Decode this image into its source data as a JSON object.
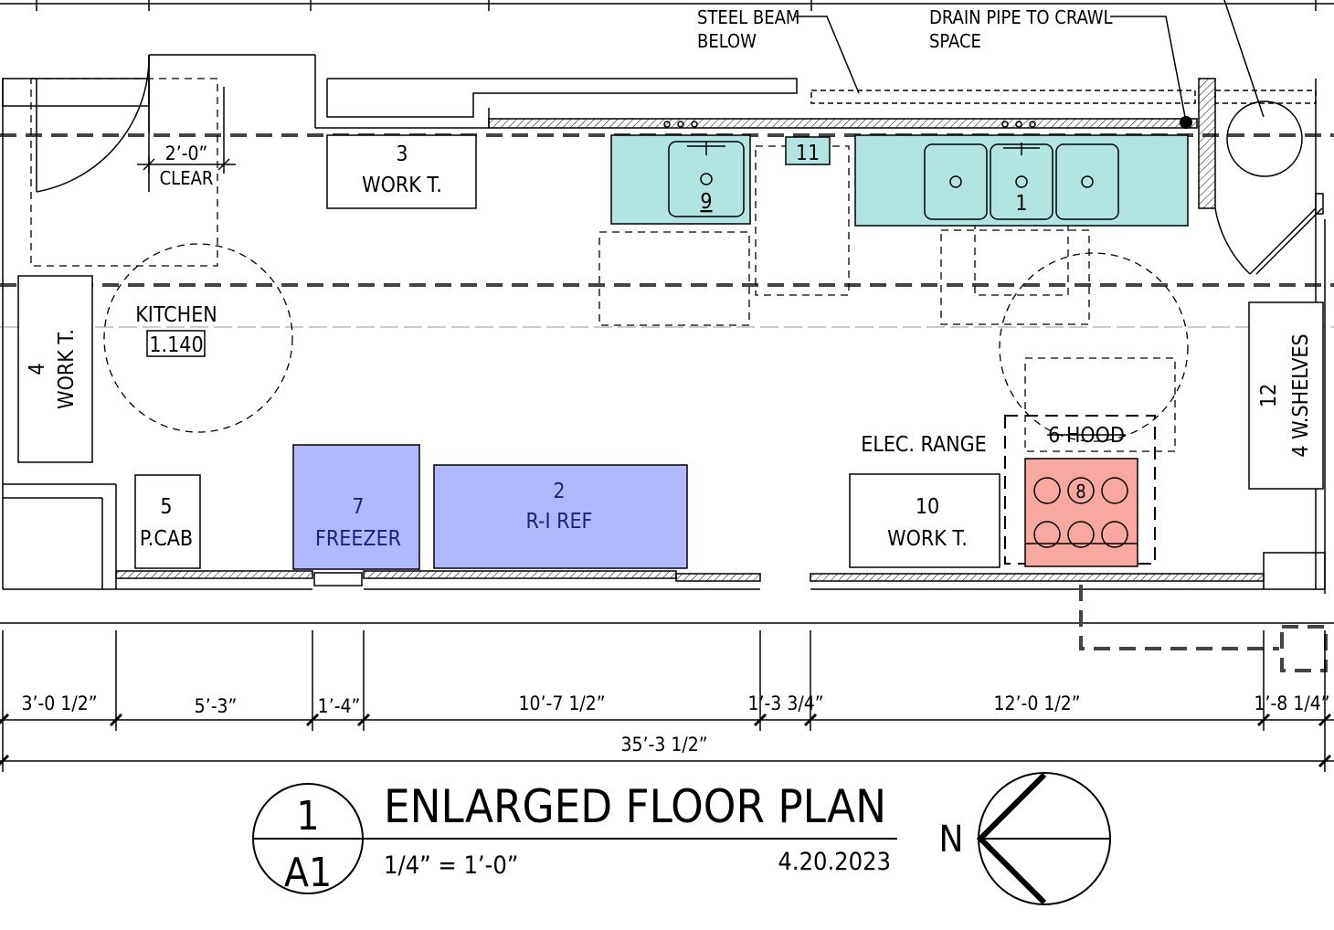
{
  "notes": {
    "steel_beam_line1": "STEEL BEAM",
    "steel_beam_line2": "BELOW",
    "drain_line1": "DRAIN PIPE TO CRAWL",
    "drain_line2": "SPACE"
  },
  "room": {
    "name": "KITCHEN",
    "number": "1.140"
  },
  "clearance": {
    "value": "2’-0”",
    "label": "CLEAR"
  },
  "equipment": {
    "work_table_3": {
      "number": "3",
      "label": "WORK T."
    },
    "work_table_4": {
      "number": "4",
      "label": "WORK T."
    },
    "pcab_5": {
      "number": "5",
      "label": "P.CAB"
    },
    "freezer_7": {
      "number": "7",
      "label": "FREEZER"
    },
    "ref_2": {
      "number": "2",
      "label": "R-I REF"
    },
    "sink_9": {
      "number": "9"
    },
    "item_11": {
      "number": "11"
    },
    "sink_1": {
      "number": "1"
    },
    "elec_range": {
      "label": "ELEC. RANGE"
    },
    "hood_6": {
      "label": "6 HOOD"
    },
    "range_8": {
      "number": "8"
    },
    "work_table_10": {
      "number": "10",
      "label": "WORK T."
    },
    "shelves_12": {
      "number": "12",
      "label": "4 W.SHELVES"
    }
  },
  "dimensions": {
    "d1": "3’-0 1/2”",
    "d2": "5’-3”",
    "d3": "1’-4”",
    "d4": "10’-7 1/2”",
    "d5": "1’-3 3/4”",
    "d6": "12’-0 1/2”",
    "d7": "1’-8 1/4”",
    "total": "35’-3 1/2”"
  },
  "title_block": {
    "detail_number": "1",
    "sheet": "A1",
    "title": "ENLARGED  FLOOR  PLAN",
    "scale": "1/4”  =  1’-0”",
    "date": "4.20.2023"
  },
  "north": {
    "letter": "N"
  },
  "colors": {
    "sink": "#b3e4e4",
    "refrigeration": "#b0b8ff",
    "range": "#f9a8a0",
    "equip_text_blue": "#1a237e"
  }
}
